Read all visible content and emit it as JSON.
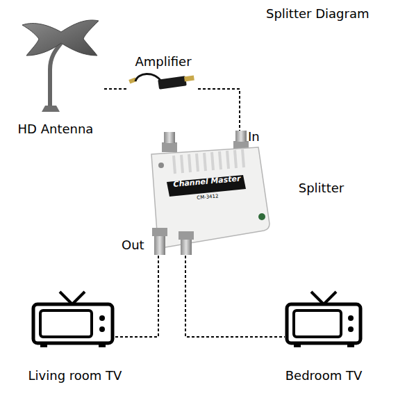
{
  "diagram": {
    "title": "Splitter Diagram",
    "nodes": [
      {
        "text": [
          "HD Antenna"
        ]
      },
      {
        "text": [
          "Amplifier"
        ]
      },
      {
        "text": [
          "Splitter"
        ]
      },
      {
        "text": [
          "Living room TV"
        ]
      },
      {
        "text": [
          "Bedroom TV"
        ]
      }
    ],
    "edges": [
      {
        "from": 0,
        "to": 1,
        "arrow": "none"
      },
      {
        "from": 1,
        "to": 2,
        "arrow": "none"
      },
      {
        "from": 2,
        "to": 3,
        "arrow": "none"
      },
      {
        "from": 2,
        "to": 4,
        "arrow": "none"
      }
    ],
    "labels": [
      "In",
      "Out",
      "Channel Master",
      "CM-3412"
    ]
  }
}
